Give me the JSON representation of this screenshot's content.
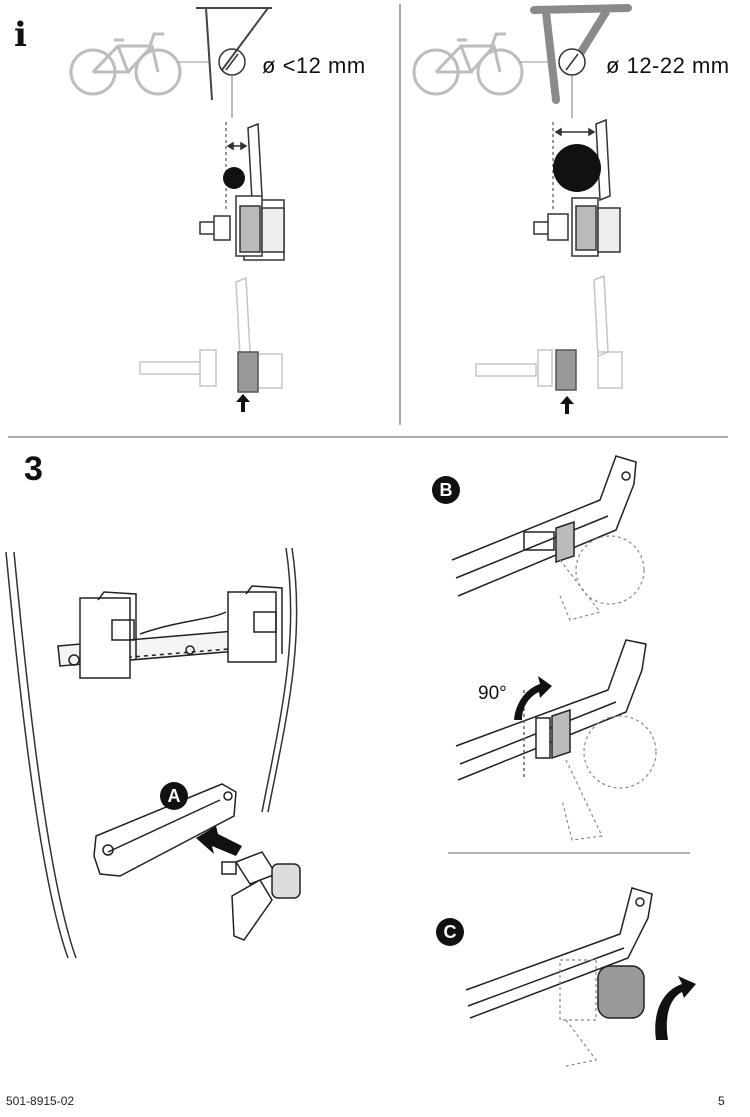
{
  "info_icon": "i",
  "panels": {
    "left": {
      "diameter_symbol": "ø",
      "diameter_text": "<12  mm"
    },
    "right": {
      "diameter_symbol": "ø",
      "diameter_text": "12-22 mm"
    }
  },
  "step": {
    "number": "3",
    "badges": {
      "a": "A",
      "b": "B",
      "c": "C"
    },
    "rotation_label": "90°"
  },
  "footer": {
    "doc_number": "501-8915-02",
    "page_number": "5"
  },
  "icons": [
    "info-icon",
    "bicycle-icon",
    "arrow-up-icon",
    "curved-arrow-icon",
    "push-arrow-icon"
  ]
}
